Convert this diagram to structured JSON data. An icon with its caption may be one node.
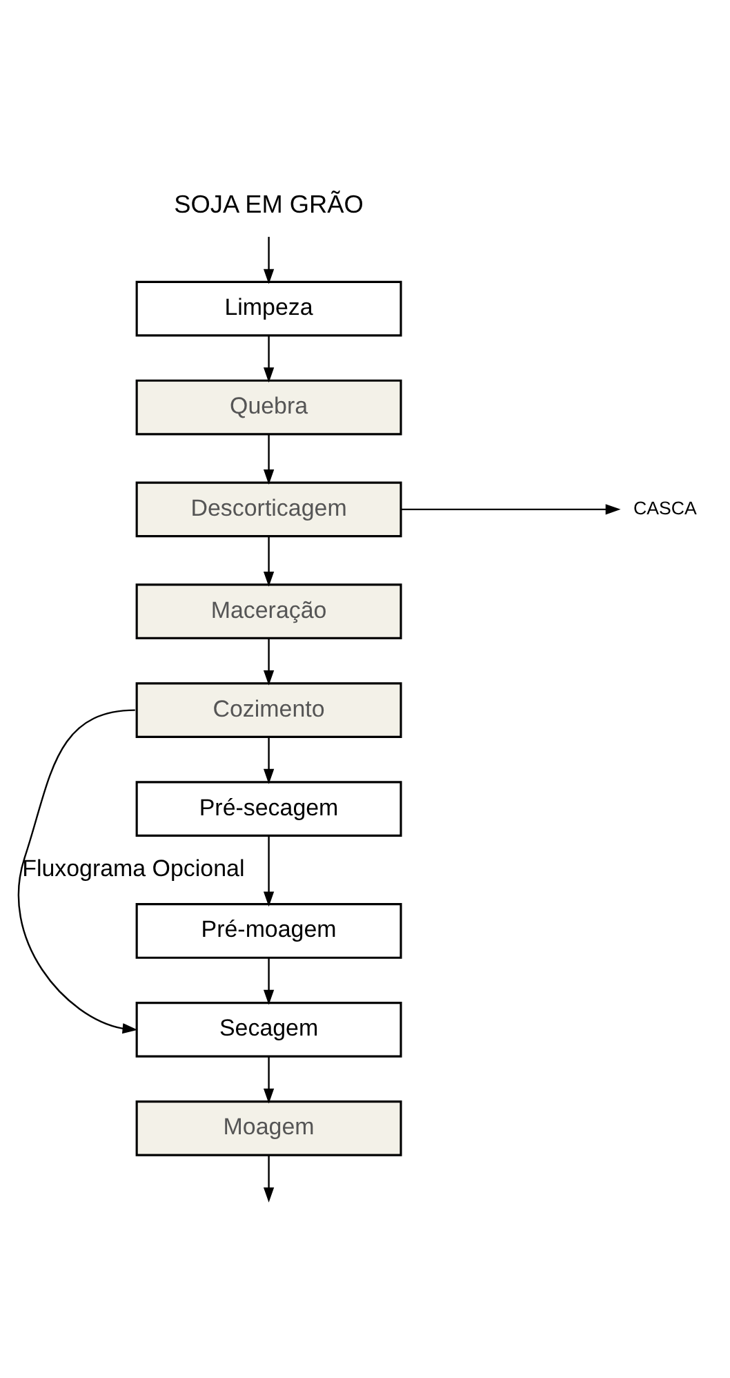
{
  "diagram": {
    "nodes": [
      {
        "text": [
          "SOJA EM GRÃO"
        ]
      },
      {
        "text": [
          "Limpeza"
        ]
      },
      {
        "text": [
          "Quebra"
        ]
      },
      {
        "text": [
          "Descorticagem"
        ]
      },
      {
        "text": [
          "CASCA"
        ]
      },
      {
        "text": [
          "Maceração"
        ]
      },
      {
        "text": [
          "Cozimento"
        ]
      },
      {
        "text": [
          "Pré-secagem"
        ]
      },
      {
        "text": [
          "Pré-moagem"
        ]
      },
      {
        "text": [
          "Secagem"
        ]
      },
      {
        "text": [
          "Moagem"
        ]
      }
    ],
    "edges": [
      {
        "from": 0,
        "to": 1,
        "arrow": "to"
      },
      {
        "from": 1,
        "to": 2,
        "arrow": "to"
      },
      {
        "from": 2,
        "to": 3,
        "arrow": "to"
      },
      {
        "from": 3,
        "to": 4,
        "arrow": "to"
      },
      {
        "from": 3,
        "to": 5,
        "arrow": "to"
      },
      {
        "from": 5,
        "to": 6,
        "arrow": "to"
      },
      {
        "from": 6,
        "to": 7,
        "arrow": "to"
      },
      {
        "from": 7,
        "to": 8,
        "arrow": "to"
      },
      {
        "from": 8,
        "to": 9,
        "arrow": "to"
      },
      {
        "from": 6,
        "to": 9,
        "arrow": "to",
        "label": "Fluxograma Opcional"
      },
      {
        "from": 9,
        "to": 10,
        "arrow": "to"
      },
      {
        "from": 10,
        "to": null,
        "arrow": "to"
      }
    ]
  }
}
